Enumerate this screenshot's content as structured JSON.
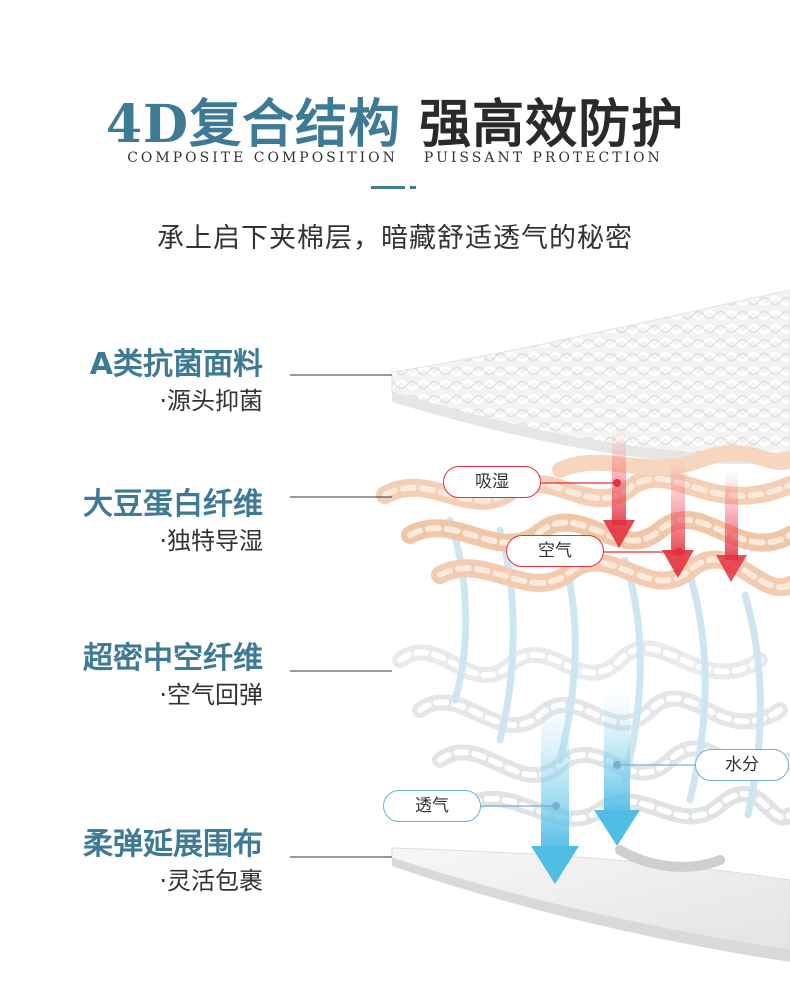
{
  "header": {
    "title_part1": "4D复合结构",
    "title_part2": "强高效防护",
    "subtitle_part1": "COMPOSITE COMPOSITION",
    "subtitle_part2": "PUISSANT PROTECTION",
    "tagline": "承上启下夹棉层，暗藏舒适透气的秘密"
  },
  "layers": [
    {
      "name": "A类抗菌面料",
      "desc": "·源头抑菌"
    },
    {
      "name": "大豆蛋白纤维",
      "desc": "·独特导湿"
    },
    {
      "name": "超密中空纤维",
      "desc": "·空气回弹"
    },
    {
      "name": "柔弹延展围布",
      "desc": "·灵活包裹"
    }
  ],
  "callouts": {
    "absorb": "吸湿",
    "air": "空气",
    "moisture": "水分",
    "breathe": "透气"
  },
  "colors": {
    "accent": "#3f7a94",
    "heading_dark": "#2a2a2a",
    "red_arrow": "#e3313f",
    "blue_arrow": "#6fc3e6",
    "soy_fiber": "#f3cfb5",
    "hollow_fiber": "#eef0f2"
  }
}
